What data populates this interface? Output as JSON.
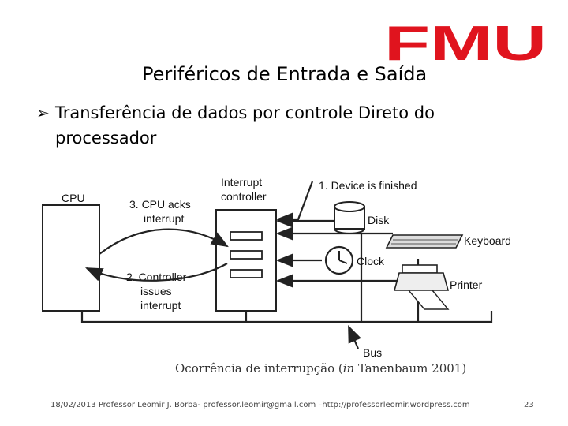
{
  "logo": {
    "text": "FMU",
    "color": "#e0141e"
  },
  "slide": {
    "title": "Periféricos de Entrada e Saída",
    "bullet": "Transferência de dados por controle Direto do processador"
  },
  "diagram": {
    "cpu_label": "CPU",
    "controller_label_1": "Interrupt",
    "controller_label_2": "controller",
    "step1": "1. Device is finished",
    "step3_line1": "3. CPU acks",
    "step3_line2": "interrupt",
    "step2_line1": "2. Controller",
    "step2_line2": "issues",
    "step2_line3": "interrupt",
    "devices": [
      "Disk",
      "Keyboard",
      "Clock",
      "Printer"
    ],
    "bus_label": "Bus",
    "caption_part1": "Ocorrência de interrupção (",
    "caption_italic": "in",
    "caption_part2": " Tanenbaum 2001)"
  },
  "footer": {
    "text": "18/02/2013 Professor Leomir J. Borba- professor.leomir@gmail.com –http://professorleomir.wordpress.com",
    "page": "23"
  }
}
